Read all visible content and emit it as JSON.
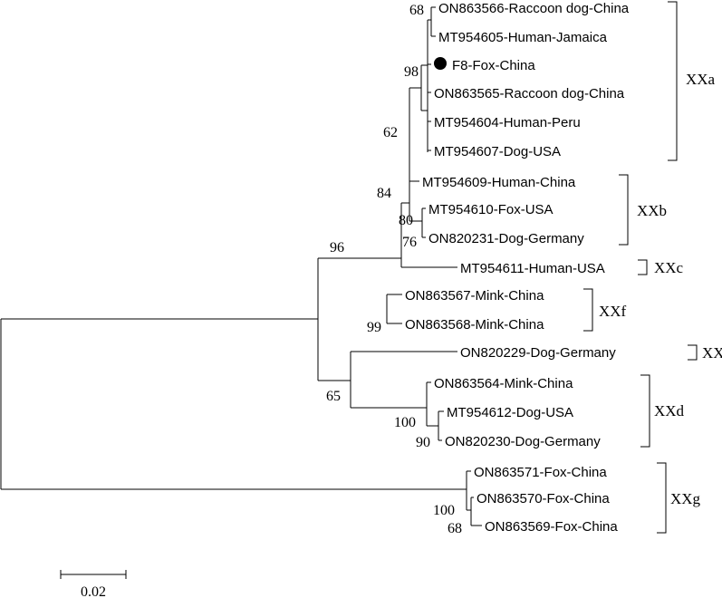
{
  "tree": {
    "taxa": [
      {
        "id": "t1",
        "label": "ON863566-Raccoon dog-China",
        "marked": false
      },
      {
        "id": "t2",
        "label": "MT954605-Human-Jamaica",
        "marked": false
      },
      {
        "id": "t3",
        "label": "F8-Fox-China",
        "marked": true
      },
      {
        "id": "t4",
        "label": "ON863565-Raccoon dog-China",
        "marked": false
      },
      {
        "id": "t5",
        "label": "MT954604-Human-Peru",
        "marked": false
      },
      {
        "id": "t6",
        "label": "MT954607-Dog-USA",
        "marked": false
      },
      {
        "id": "t7",
        "label": "MT954609-Human-China",
        "marked": false
      },
      {
        "id": "t8",
        "label": "MT954610-Fox-USA",
        "marked": false
      },
      {
        "id": "t9",
        "label": "ON820231-Dog-Germany",
        "marked": false
      },
      {
        "id": "t10",
        "label": "MT954611-Human-USA",
        "marked": false
      },
      {
        "id": "t11",
        "label": "ON863567-Mink-China",
        "marked": false
      },
      {
        "id": "t12",
        "label": "ON863568-Mink-China",
        "marked": false
      },
      {
        "id": "t13",
        "label": "ON820229-Dog-Germany",
        "marked": false
      },
      {
        "id": "t14",
        "label": "ON863564-Mink-China",
        "marked": false
      },
      {
        "id": "t15",
        "label": "MT954612-Dog-USA",
        "marked": false
      },
      {
        "id": "t16",
        "label": "ON820230-Dog-Germany",
        "marked": false
      },
      {
        "id": "t17",
        "label": "ON863571-Fox-China",
        "marked": false
      },
      {
        "id": "t18",
        "label": "ON863570-Fox-China",
        "marked": false
      },
      {
        "id": "t19",
        "label": "ON863569-Fox-China",
        "marked": false
      }
    ],
    "bootstrap": [
      {
        "id": "b68a",
        "value": "68"
      },
      {
        "id": "b98",
        "value": "98"
      },
      {
        "id": "b62",
        "value": "62"
      },
      {
        "id": "b84",
        "value": "84"
      },
      {
        "id": "b80",
        "value": "80"
      },
      {
        "id": "b76",
        "value": "76"
      },
      {
        "id": "b96",
        "value": "96"
      },
      {
        "id": "b99",
        "value": "99"
      },
      {
        "id": "b65",
        "value": "65"
      },
      {
        "id": "b100a",
        "value": "100"
      },
      {
        "id": "b90",
        "value": "90"
      },
      {
        "id": "b100b",
        "value": "100"
      },
      {
        "id": "b68b",
        "value": "68"
      }
    ],
    "clades": [
      {
        "id": "XXa",
        "label": "XXa"
      },
      {
        "id": "XXb",
        "label": "XXb"
      },
      {
        "id": "XXc",
        "label": "XXc"
      },
      {
        "id": "XXf",
        "label": "XXf"
      },
      {
        "id": "XXe",
        "label": "XXe"
      },
      {
        "id": "XXd",
        "label": "XXd"
      },
      {
        "id": "XXg",
        "label": "XXg"
      }
    ],
    "scale_bar": {
      "label": "0.02",
      "value": 0.02
    },
    "colors": {
      "line": "#000000",
      "marker": "#000000",
      "background": "#ffffff"
    }
  }
}
